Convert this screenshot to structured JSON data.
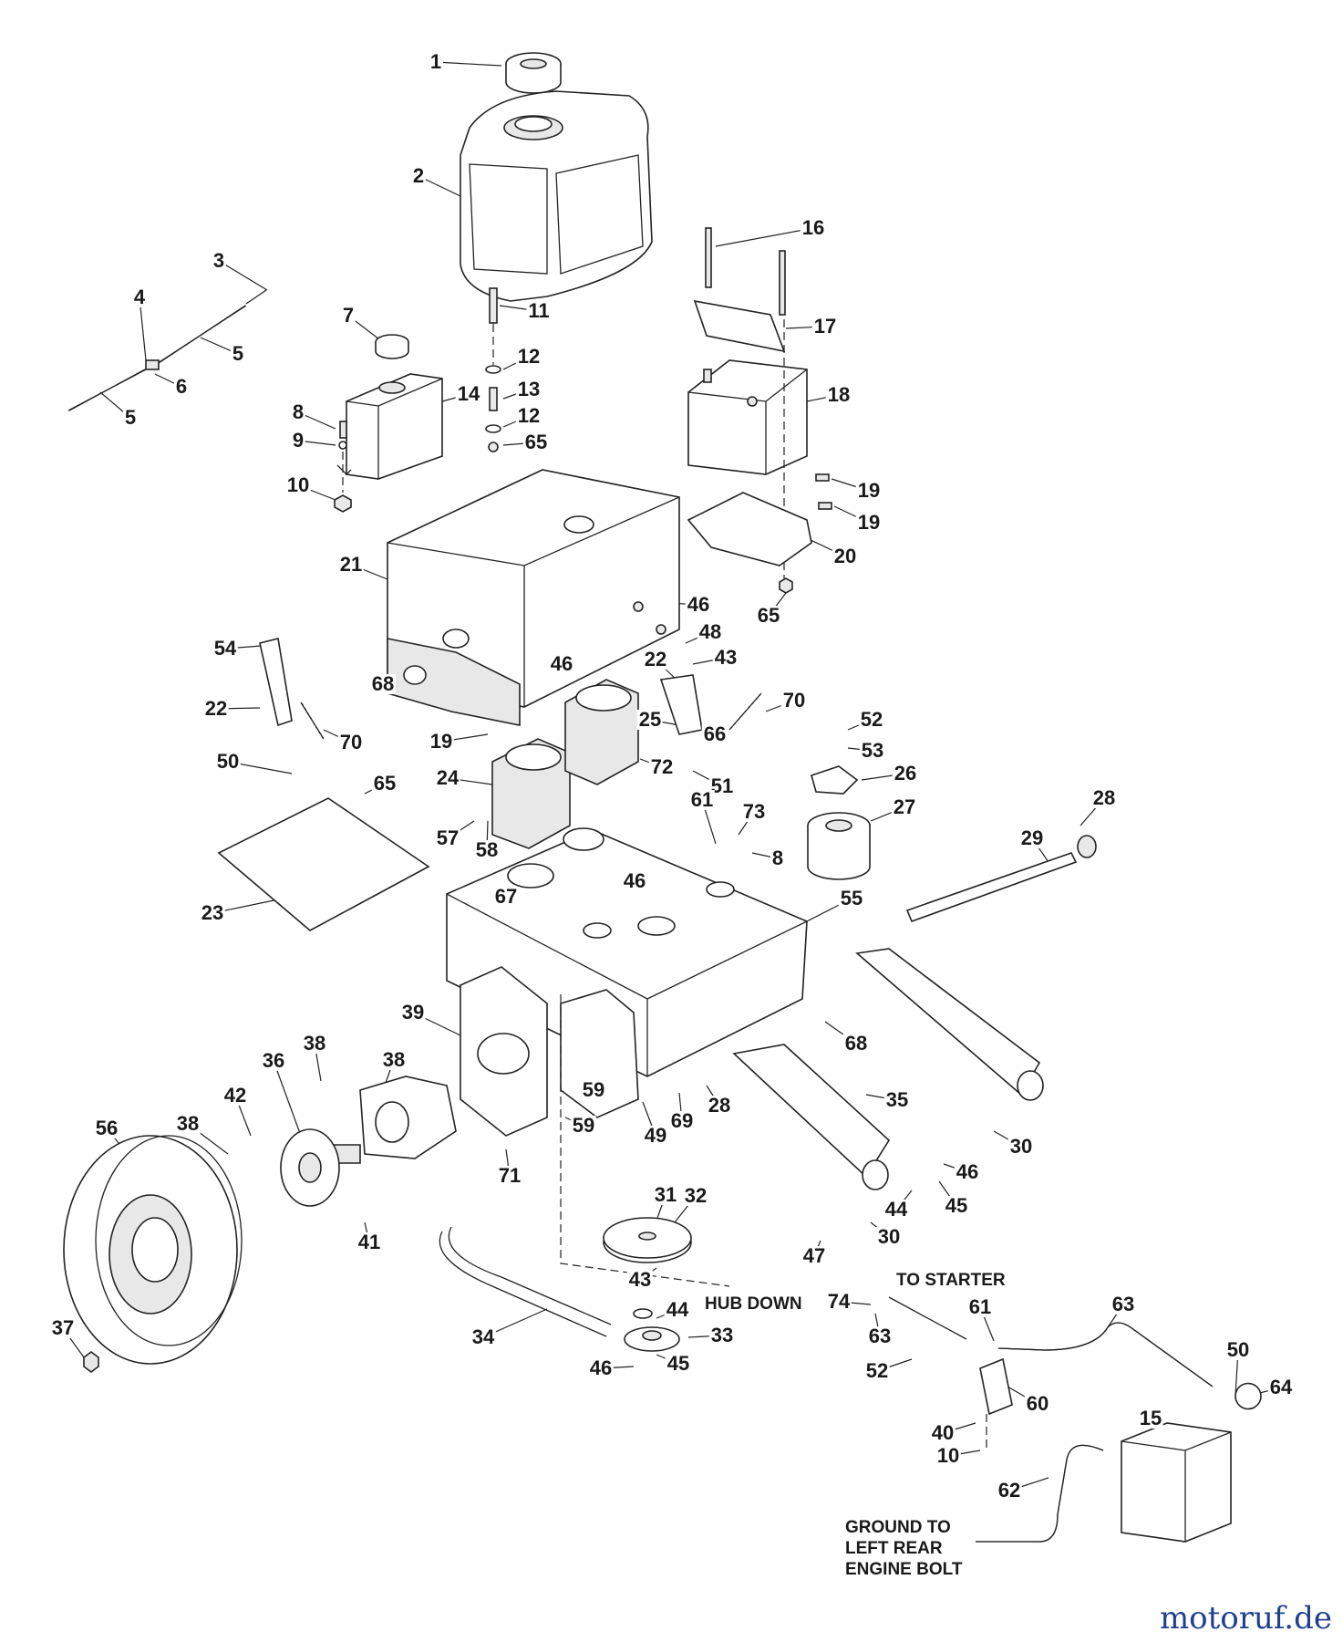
{
  "callouts": [
    {
      "n": "1"
    },
    {
      "n": "2"
    },
    {
      "n": "3"
    },
    {
      "n": "4"
    },
    {
      "n": "5"
    },
    {
      "n": "5"
    },
    {
      "n": "6"
    },
    {
      "n": "7"
    },
    {
      "n": "8"
    },
    {
      "n": "9"
    },
    {
      "n": "10"
    },
    {
      "n": "11"
    },
    {
      "n": "12"
    },
    {
      "n": "13"
    },
    {
      "n": "12"
    },
    {
      "n": "65"
    },
    {
      "n": "14"
    },
    {
      "n": "16"
    },
    {
      "n": "17"
    },
    {
      "n": "18"
    },
    {
      "n": "19"
    },
    {
      "n": "19"
    },
    {
      "n": "20"
    },
    {
      "n": "21"
    },
    {
      "n": "65"
    },
    {
      "n": "46"
    },
    {
      "n": "48"
    },
    {
      "n": "43"
    },
    {
      "n": "22"
    },
    {
      "n": "70"
    },
    {
      "n": "66"
    },
    {
      "n": "25"
    },
    {
      "n": "52"
    },
    {
      "n": "53"
    },
    {
      "n": "26"
    },
    {
      "n": "27"
    },
    {
      "n": "28"
    },
    {
      "n": "29"
    },
    {
      "n": "54"
    },
    {
      "n": "68"
    },
    {
      "n": "46"
    },
    {
      "n": "22"
    },
    {
      "n": "70"
    },
    {
      "n": "19"
    },
    {
      "n": "24"
    },
    {
      "n": "72"
    },
    {
      "n": "51"
    },
    {
      "n": "50"
    },
    {
      "n": "65"
    },
    {
      "n": "57"
    },
    {
      "n": "58"
    },
    {
      "n": "61"
    },
    {
      "n": "73"
    },
    {
      "n": "8"
    },
    {
      "n": "67"
    },
    {
      "n": "46"
    },
    {
      "n": "55"
    },
    {
      "n": "23"
    },
    {
      "n": "39"
    },
    {
      "n": "68"
    },
    {
      "n": "38"
    },
    {
      "n": "38"
    },
    {
      "n": "36"
    },
    {
      "n": "42"
    },
    {
      "n": "56"
    },
    {
      "n": "38"
    },
    {
      "n": "59"
    },
    {
      "n": "59"
    },
    {
      "n": "49"
    },
    {
      "n": "69"
    },
    {
      "n": "28"
    },
    {
      "n": "35"
    },
    {
      "n": "30"
    },
    {
      "n": "71"
    },
    {
      "n": "46"
    },
    {
      "n": "45"
    },
    {
      "n": "44"
    },
    {
      "n": "31"
    },
    {
      "n": "32"
    },
    {
      "n": "41"
    },
    {
      "n": "30"
    },
    {
      "n": "47"
    },
    {
      "n": "43"
    },
    {
      "n": "44"
    },
    {
      "n": "33"
    },
    {
      "n": "45"
    },
    {
      "n": "46"
    },
    {
      "n": "34"
    },
    {
      "n": "37"
    },
    {
      "n": "74"
    },
    {
      "n": "61"
    },
    {
      "n": "63"
    },
    {
      "n": "63"
    },
    {
      "n": "52"
    },
    {
      "n": "60"
    },
    {
      "n": "50"
    },
    {
      "n": "64"
    },
    {
      "n": "15"
    },
    {
      "n": "40"
    },
    {
      "n": "10"
    },
    {
      "n": "62"
    }
  ],
  "notes": {
    "hub_down": "HUB DOWN",
    "to_starter": "TO STARTER",
    "ground_line1": "GROUND TO",
    "ground_line2": "LEFT REAR",
    "ground_line3": "ENGINE BOLT"
  },
  "watermark": "motoruf.de"
}
